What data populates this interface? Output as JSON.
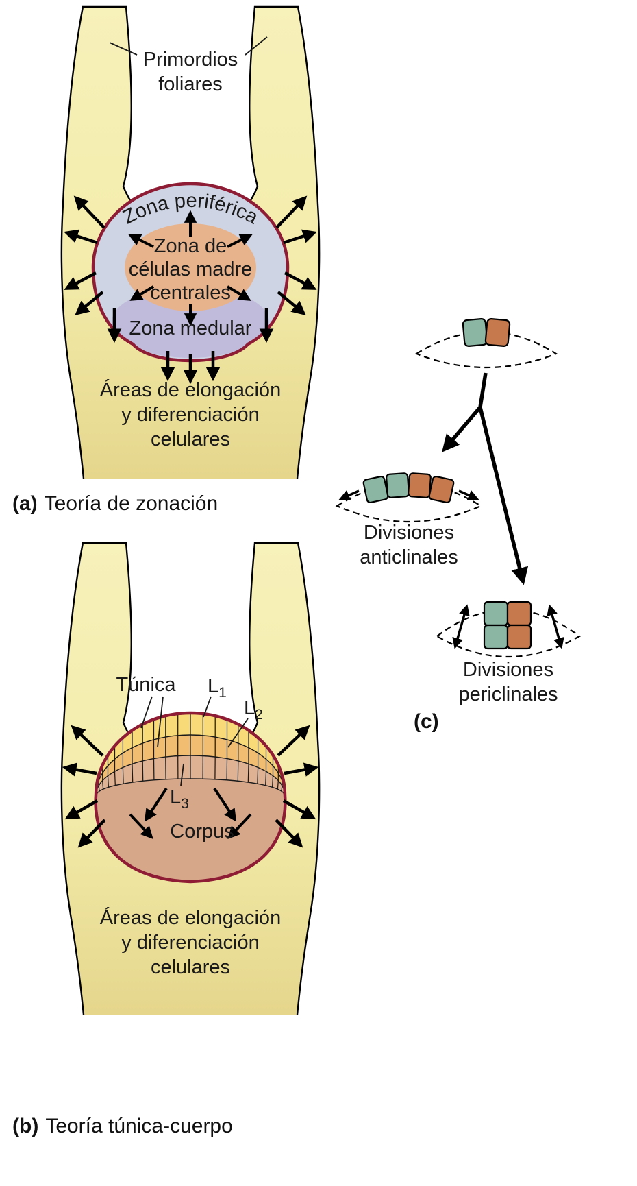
{
  "colors": {
    "shoot_top": "#f7f1ba",
    "shoot_mid": "#f3ecab",
    "shoot_bottom": "#e5d68c",
    "dome_stroke": "#8e1c34",
    "peripheral": "#ced4e4",
    "central": "#e7b38c",
    "medullary": "#c0badb",
    "l1": "#f8da78",
    "l2": "#f1bd70",
    "l3": "#e0b294",
    "corpus": "#d7a78a",
    "cell_teal": "#8cb6a4",
    "cell_orange": "#c5794d"
  },
  "panel_a": {
    "tag": "(a)",
    "title": "Teoría de zonación",
    "primordios_line1": "Primordios",
    "primordios_line2": "foliares",
    "zona_periferica": "Zona periférica",
    "zona_central_line1": "Zona de",
    "zona_central_line2": "células madre",
    "zona_central_line3": "centrales",
    "zona_medular": "Zona medular",
    "areas_line1": "Áreas de elongación",
    "areas_line2": "y diferenciación",
    "areas_line3": "celulares"
  },
  "panel_b": {
    "tag": "(b)",
    "title": "Teoría túnica-cuerpo",
    "tunica": "Túnica",
    "layer1": {
      "base": "L",
      "sub": "1"
    },
    "layer2": {
      "base": "L",
      "sub": "2"
    },
    "layer3": {
      "base": "L",
      "sub": "3"
    },
    "corpus": "Corpus",
    "areas_line1": "Áreas de elongación",
    "areas_line2": "y diferenciación",
    "areas_line3": "celulares"
  },
  "panel_c": {
    "tag": "(c)",
    "anticlinal_line1": "Divisiones",
    "anticlinal_line2": "anticlinales",
    "periclinal_line1": "Divisiones",
    "periclinal_line2": "periclinales"
  }
}
